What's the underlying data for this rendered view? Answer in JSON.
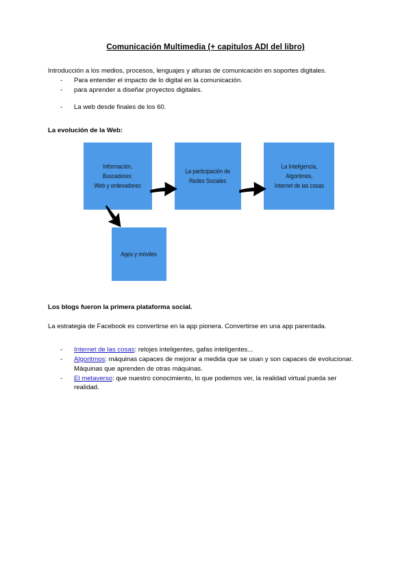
{
  "document": {
    "title": "Comunicación Multimedia (+ capitulos ADI del libro)",
    "intro_paragraph": "Introducción a los medios, procesos, lenguajes y alturas de comunicación en soportes digitales.",
    "intro_bullets": [
      "Para entender el impacto de lo digital en la comunicación.",
      "para aprender a diseñar proyectos digitales."
    ],
    "web_origin_bullet": "La web desde finales de los 60.",
    "section_heading": "La evolución de la Web:",
    "blogs_statement": "Los blogs fueron la primera plataforma social.",
    "facebook_paragraph": "La estrategia de Facebook es convertirse en la app pionera. Convertirse en una app parentada.",
    "concept_bullets": [
      {
        "link": "Internet de las cosas",
        "rest": ": relojes inteligentes, gafas inteligentes..."
      },
      {
        "link": "Algoritmos",
        "rest": ": máquinas capaces de mejorar a medida que se usan y son capaces de evolucionar. Máquinas que aprenden de otras máquinas."
      },
      {
        "link": "El metaverso",
        "rest": ": que nuestro conocimiento, lo que podemos ver, la realidad virtual pueda ser realidad."
      }
    ]
  },
  "diagram": {
    "boxes": [
      {
        "id": "informacion",
        "lines": [
          "Información,",
          "Buscadores:",
          "Web y ordenadores"
        ]
      },
      {
        "id": "redes",
        "lines": [
          "La participación de",
          "Redes Sociales"
        ]
      },
      {
        "id": "inteligencia",
        "lines": [
          "La Inteligencia,",
          "Algoritmos,",
          "Internet de las cosas"
        ]
      },
      {
        "id": "apps",
        "lines": [
          "Apps y móviles"
        ]
      }
    ],
    "box_color": "#4d9ae8",
    "arrow_color": "#000000",
    "arrows": [
      {
        "id": "arrow-1",
        "from": "informacion",
        "to": "redes",
        "direction": "right"
      },
      {
        "id": "arrow-2",
        "from": "redes",
        "to": "inteligencia",
        "direction": "right"
      },
      {
        "id": "arrow-3",
        "from": "informacion",
        "to": "apps",
        "direction": "down-right"
      }
    ]
  },
  "colors": {
    "link": "#1a1ac0",
    "box_blue": "#4d9ae8",
    "text": "#000000",
    "background": "#ffffff"
  }
}
